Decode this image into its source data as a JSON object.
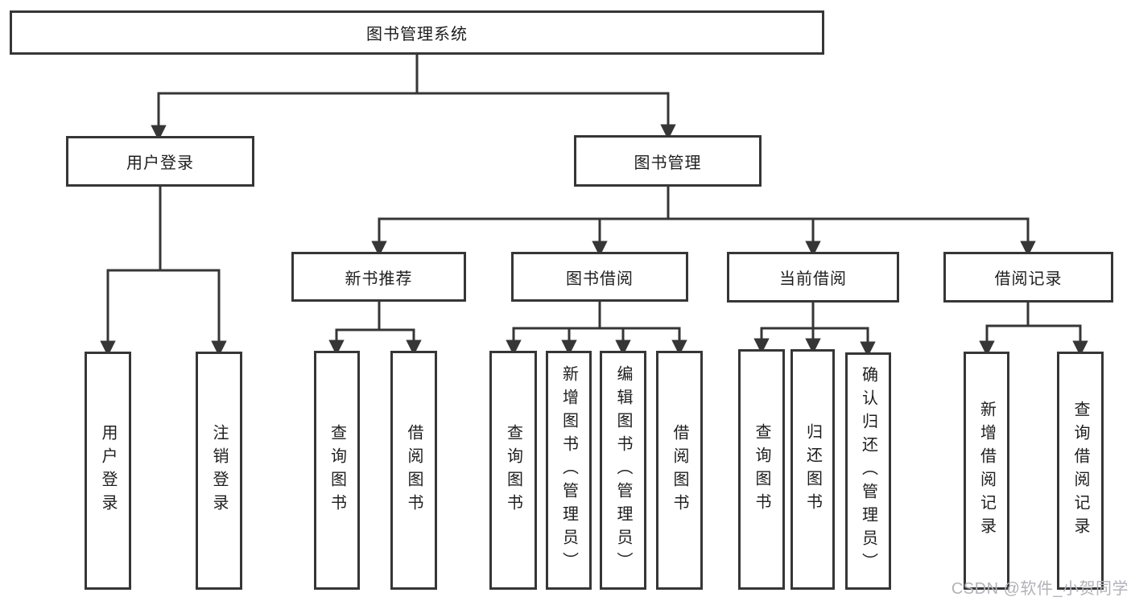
{
  "tree": {
    "label": "图书管理系统",
    "children": [
      {
        "label": "用户登录",
        "children": [
          {
            "label": "用户登录"
          },
          {
            "label": "注销登录"
          }
        ]
      },
      {
        "label": "图书管理",
        "children": [
          {
            "label": "新书推荐",
            "children": [
              {
                "label": "查询图书"
              },
              {
                "label": "借阅图书"
              }
            ]
          },
          {
            "label": "图书借阅",
            "children": [
              {
                "label": "查询图书"
              },
              {
                "label": "新增图书（管理员）"
              },
              {
                "label": "编辑图书（管理员）"
              },
              {
                "label": "借阅图书"
              }
            ]
          },
          {
            "label": "当前借阅",
            "children": [
              {
                "label": "查询图书"
              },
              {
                "label": "归还图书"
              },
              {
                "label": "确认归还（管理员）"
              }
            ]
          },
          {
            "label": "借阅记录",
            "children": [
              {
                "label": "新增借阅记录"
              },
              {
                "label": "查询借阅记录"
              }
            ]
          }
        ]
      }
    ]
  },
  "watermark": "CSDN @软件_小贺同学",
  "colors": {
    "line": "#363636",
    "text": "#1e1e1e",
    "watermark": "#b2b2b8",
    "background": "#ffffff"
  }
}
